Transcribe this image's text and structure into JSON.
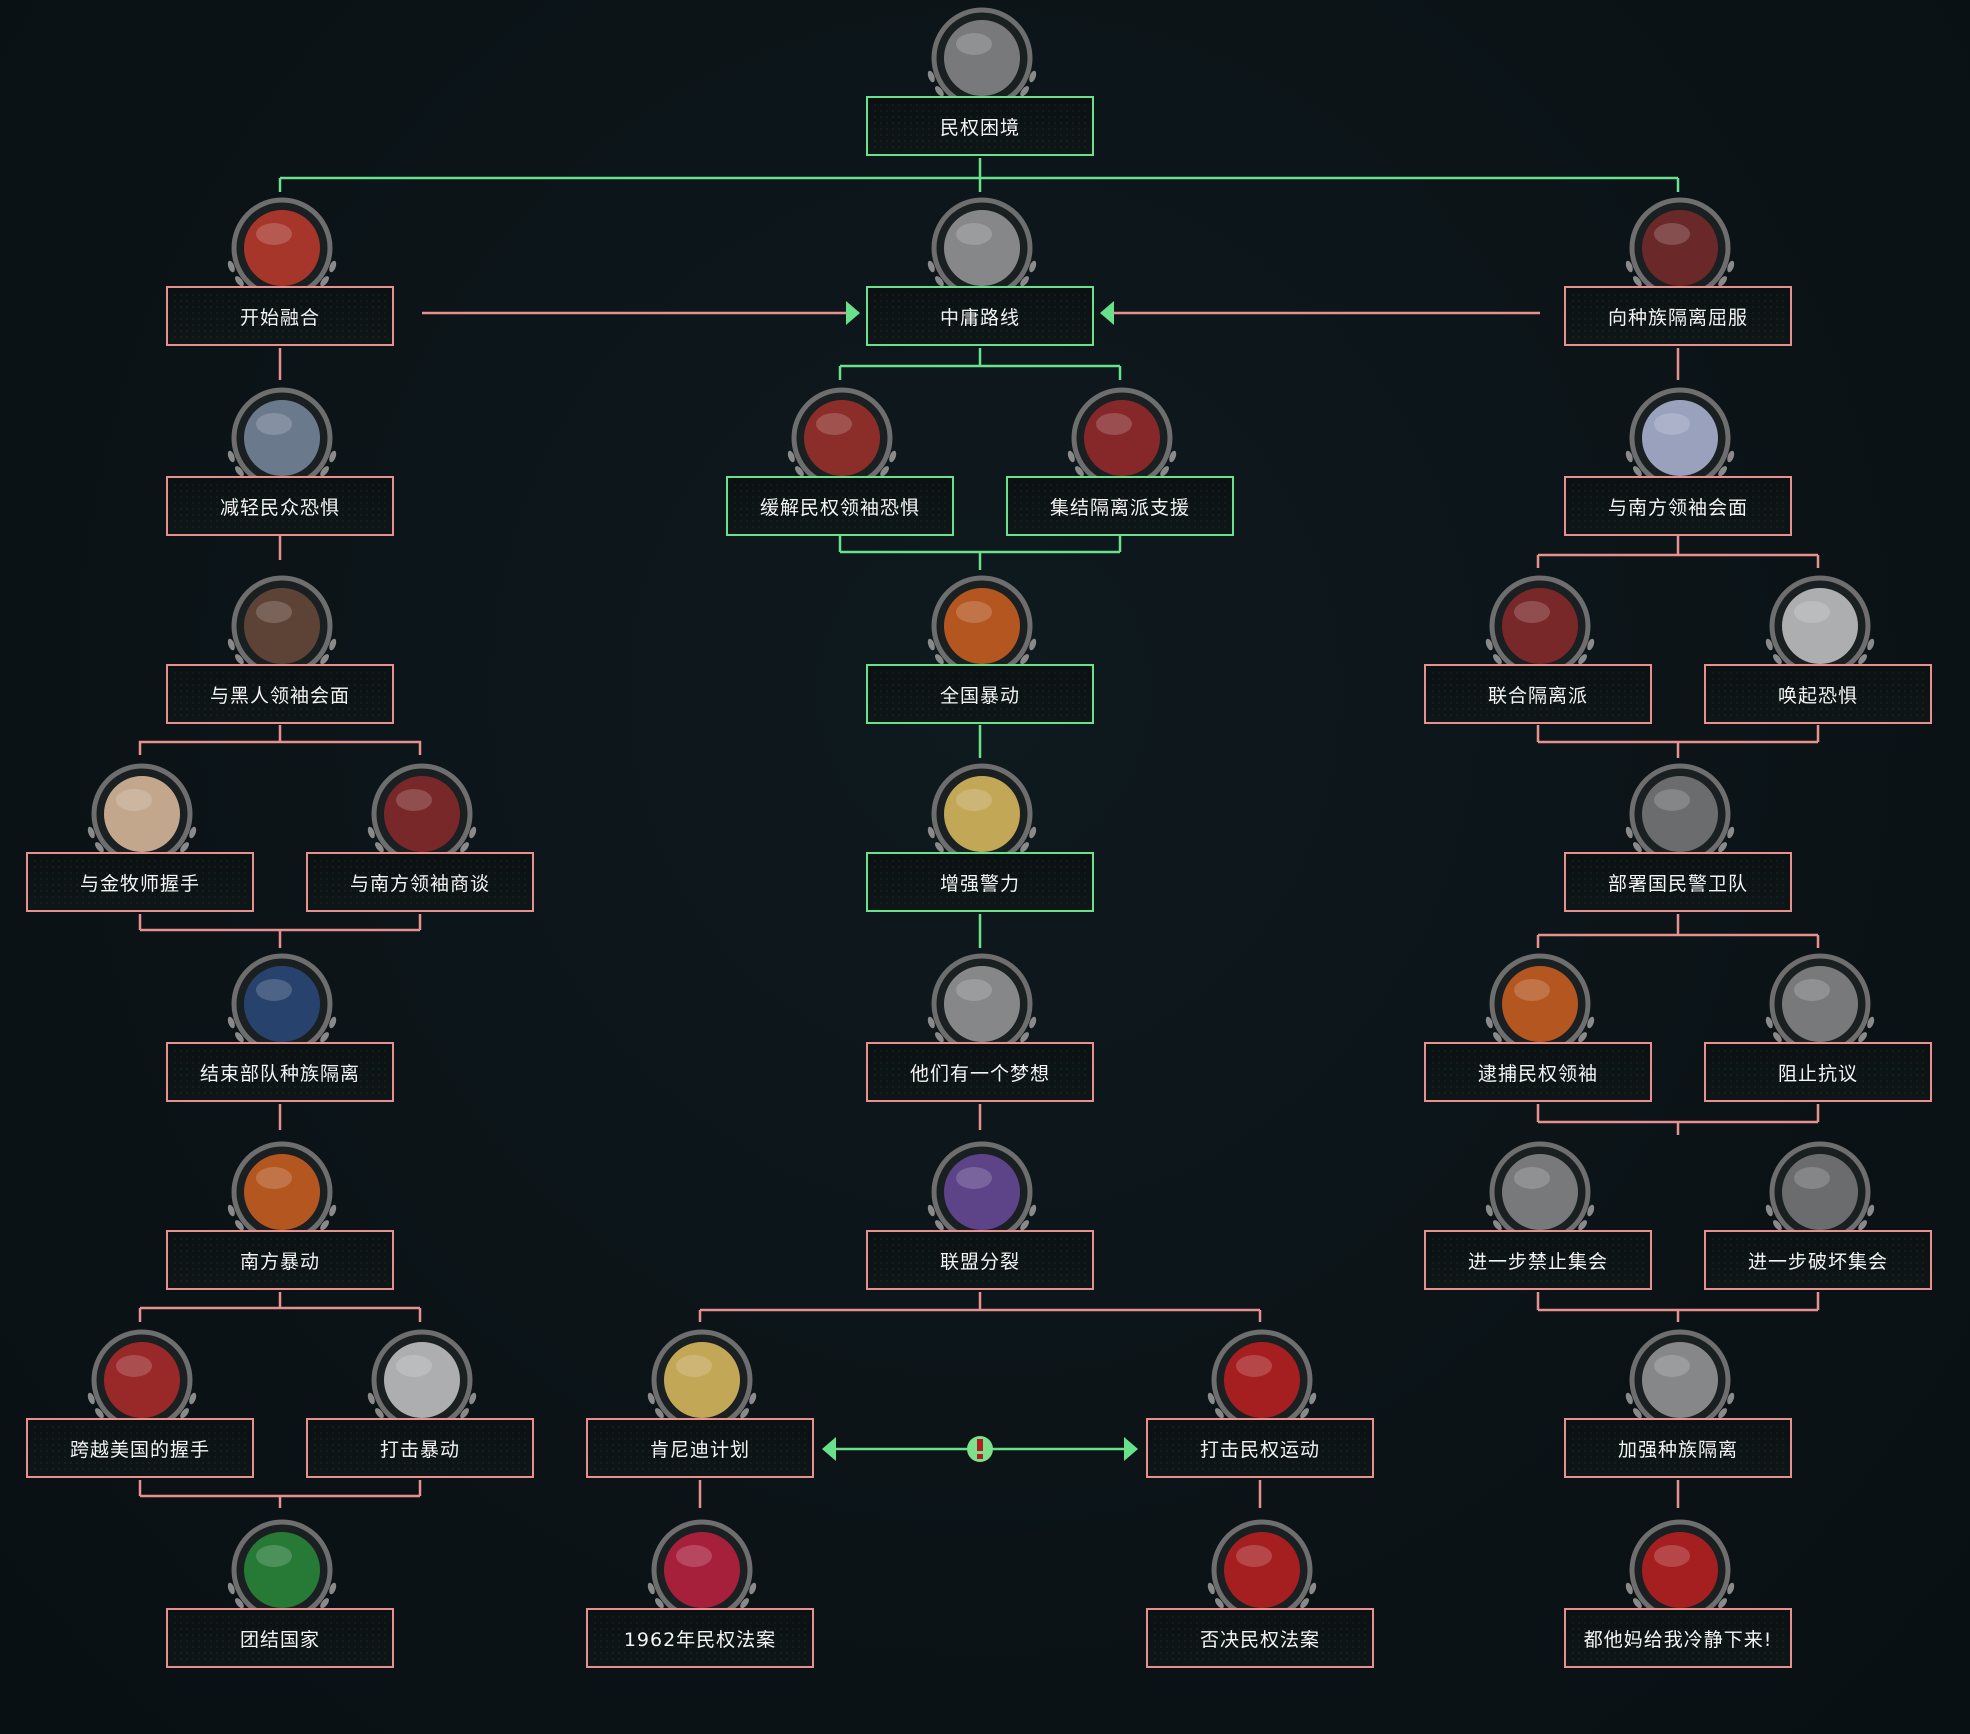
{
  "colors": {
    "background": "#0b1317",
    "pink_border": "#e7908e",
    "green_border": "#69e08a",
    "link_line": "#e7908e",
    "green_line": "#69e08a",
    "exclusive_marker": "#7ee08c",
    "label_text": "#f4f4f4"
  },
  "focuses": [
    {
      "id": "civil-rights-dilemma",
      "label": "民权困境",
      "icon": "protest-people-icon",
      "color": "#8a8a8a",
      "green": true
    },
    {
      "id": "start-integration",
      "label": "开始融合",
      "icon": "apple-papers-icon",
      "color": "#c0392b",
      "green": false
    },
    {
      "id": "middle-road",
      "label": "中庸路线",
      "icon": "president-portrait-icon",
      "color": "#9a9a9a",
      "green": true
    },
    {
      "id": "yield-segregation",
      "label": "向种族隔离屈服",
      "icon": "split-faces-icon",
      "color": "#7a2a2a",
      "green": false
    },
    {
      "id": "ease-public-fear",
      "label": "减轻民众恐惧",
      "icon": "angel-handshake-icon",
      "color": "#7a8aa0",
      "green": false
    },
    {
      "id": "ease-leaders-fear",
      "label": "缓解民权领袖恐惧",
      "icon": "raised-fist-icon",
      "color": "#a0302a",
      "green": true
    },
    {
      "id": "rally-segregationists",
      "label": "集结隔离派支援",
      "icon": "confederate-handshake-icon",
      "color": "#9a2a2a",
      "green": true
    },
    {
      "id": "meet-southern-leaders",
      "label": "与南方领袖会面",
      "icon": "anime-girls-podium-icon",
      "color": "#b0b8d8",
      "green": false
    },
    {
      "id": "meet-black-leaders",
      "label": "与黑人领袖会面",
      "icon": "anime-leaders-podium-icon",
      "color": "#6a4a3a",
      "green": false
    },
    {
      "id": "national-riots",
      "label": "全国暴动",
      "icon": "burning-whitehouse-icon",
      "color": "#d06020",
      "green": true
    },
    {
      "id": "unite-segregationists",
      "label": "联合隔离派",
      "icon": "segregation-crowd-icon",
      "color": "#8a2a2a",
      "green": false
    },
    {
      "id": "evoke-fear",
      "label": "唤起恐惧",
      "icon": "megaphone-icon",
      "color": "#c8c8c8",
      "green": false
    },
    {
      "id": "shake-hands-king",
      "label": "与金牧师握手",
      "icon": "anime-handshake-icon",
      "color": "#e0c0a0",
      "green": false
    },
    {
      "id": "talk-southern-leaders",
      "label": "与南方领袖商谈",
      "icon": "flag-fist-icon",
      "color": "#8a2a2a",
      "green": false
    },
    {
      "id": "strengthen-police",
      "label": "增强警力",
      "icon": "police-girl-icon",
      "color": "#e0c060",
      "green": true
    },
    {
      "id": "deploy-national-guard",
      "label": "部署国民警卫队",
      "icon": "national-guard-icon",
      "color": "#7a7a7a",
      "green": false
    },
    {
      "id": "end-army-segregation",
      "label": "结束部队种族隔离",
      "icon": "defense-seal-icon",
      "color": "#2a4a7a",
      "green": false
    },
    {
      "id": "i-have-a-dream",
      "label": "他们有一个梦想",
      "icon": "dream-speech-icon",
      "color": "#9a9a9a",
      "green": false
    },
    {
      "id": "arrest-leaders",
      "label": "逮捕民权领袖",
      "icon": "burning-portrait-icon",
      "color": "#d06020",
      "green": false
    },
    {
      "id": "stop-protests",
      "label": "阻止抗议",
      "icon": "protest-icon",
      "color": "#8a8a8a",
      "green": false
    },
    {
      "id": "southern-riots",
      "label": "南方暴动",
      "icon": "burning-flag-icon",
      "color": "#d06020",
      "green": false
    },
    {
      "id": "coalition-split",
      "label": "联盟分裂",
      "icon": "donkey-icon",
      "color": "#6a4a9a",
      "green": false
    },
    {
      "id": "ban-assemblies",
      "label": "进一步禁止集会",
      "icon": "courtroom-icon",
      "color": "#8a8a8a",
      "green": false
    },
    {
      "id": "disrupt-assemblies",
      "label": "进一步破坏集会",
      "icon": "smoke-figure-icon",
      "color": "#7a7a7a",
      "green": false
    },
    {
      "id": "handshake-across-america",
      "label": "跨越美国的握手",
      "icon": "usa-map-people-icon",
      "color": "#b02a2a",
      "green": false
    },
    {
      "id": "strike-riots",
      "label": "打击暴动",
      "icon": "klan-icon",
      "color": "#c8c8c8",
      "green": false
    },
    {
      "id": "kennedy-plan",
      "label": "肯尼迪计划",
      "icon": "anime-sunglasses-icon",
      "color": "#e0c060",
      "green": false
    },
    {
      "id": "strike-civil-rights",
      "label": "打击民权运动",
      "icon": "red-eyed-boy-icon",
      "color": "#c02020",
      "green": false
    },
    {
      "id": "strengthen-segregation",
      "label": "加强种族隔离",
      "icon": "fountain-sign-icon",
      "color": "#9a9a9a",
      "green": false
    },
    {
      "id": "unite-nation",
      "label": "团结国家",
      "icon": "pan-african-flag-icon",
      "color": "#2a8a3a",
      "green": false
    },
    {
      "id": "civil-rights-act-1962",
      "label": "1962年民权法案",
      "icon": "roses-1962-icon",
      "color": "#c02040",
      "green": false
    },
    {
      "id": "veto-civil-rights",
      "label": "否决民权法案",
      "icon": "veto-stamp-icon",
      "color": "#c02020",
      "green": false
    },
    {
      "id": "calm-down",
      "label": "都他妈给我冷静下来!",
      "icon": "angry-boy-icon",
      "color": "#c02020",
      "green": false
    }
  ]
}
